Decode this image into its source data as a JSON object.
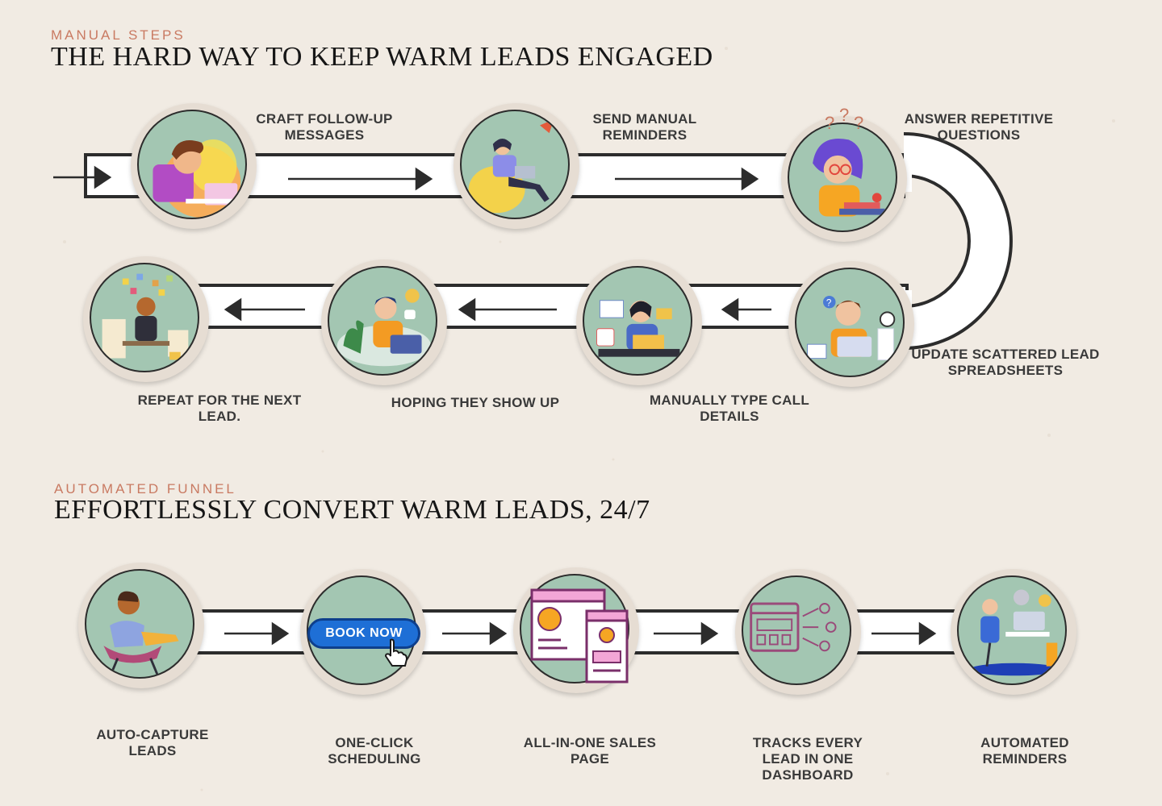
{
  "manual": {
    "eyebrow": "MANUAL STEPS",
    "title": "THE HARD WAY TO KEEP WARM LEADS ENGAGED",
    "steps": [
      {
        "label": "CRAFT FOLLOW-UP MESSAGES",
        "icon": "person-at-laptop-icon"
      },
      {
        "label": "SEND MANUAL REMINDERS",
        "icon": "person-on-beanbag-icon"
      },
      {
        "label": "ANSWER REPETITIVE QUESTIONS",
        "icon": "confused-woman-icon"
      },
      {
        "label": "UPDATE SCATTERED LEAD SPREADSHEETS",
        "icon": "man-with-papers-icon"
      },
      {
        "label": "MANUALLY TYPE CALL DETAILS",
        "icon": "woman-with-folders-icon"
      },
      {
        "label": "HOPING THEY SHOW UP",
        "icon": "man-waiting-icon"
      },
      {
        "label": "REPEAT FOR THE NEXT LEAD.",
        "icon": "overwhelmed-person-icon"
      }
    ]
  },
  "automated": {
    "eyebrow": "AUTOMATED FUNNEL",
    "title": "EFFORTLESSLY CONVERT WARM LEADS, 24/7",
    "book_now": "BOOK NOW",
    "steps": [
      {
        "label": "AUTO-CAPTURE LEADS",
        "icon": "relaxed-person-icon"
      },
      {
        "label": "ONE-CLICK SCHEDULING",
        "icon": "book-now-button-icon"
      },
      {
        "label": "ALL-IN-ONE SALES PAGE",
        "icon": "sales-page-icon"
      },
      {
        "label": "TRACKS EVERY LEAD IN ONE DASHBOARD",
        "icon": "dashboard-icon"
      },
      {
        "label": "AUTOMATED REMINDERS",
        "icon": "robot-assistant-icon"
      }
    ]
  },
  "colors": {
    "background": "#f1ebe3",
    "accent": "#c97a62",
    "circle_fill": "#a3c6b2",
    "track": "#2c2c2c"
  }
}
